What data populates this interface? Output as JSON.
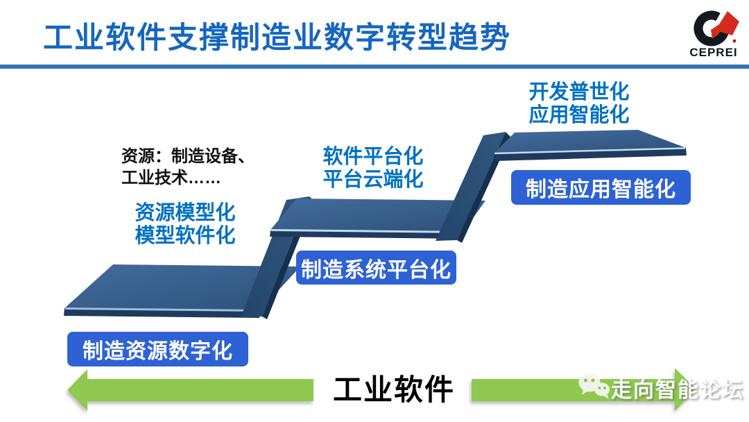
{
  "header": {
    "title": "工业软件支撑制造业数字转型趋势",
    "logo_text": "CEPREI"
  },
  "note": {
    "line1": "资源：制造设备、",
    "line2": "工业技术……"
  },
  "steps": [
    {
      "caption_line1": "资源模型化",
      "caption_line2": "模型软件化",
      "button": "制造资源数字化"
    },
    {
      "caption_line1": "软件平台化",
      "caption_line2": "平台云端化",
      "button": "制造系统平台化"
    },
    {
      "caption_line1": "开发普世化",
      "caption_line2": "应用智能化",
      "button": "制造应用智能化"
    }
  ],
  "footer": {
    "axis_label": "工业软件",
    "watermark": "走向智能论坛"
  },
  "colors": {
    "title_blue": "#1566C0",
    "rule_blue": "#2E75B6",
    "caption_blue": "#0070C4",
    "button_blue": "#2E62D4",
    "platform_face": "#3A6191",
    "platform_front": "#1E3A5E",
    "arrow_green": "#8FC94F",
    "logo_red": "#D42B1E"
  }
}
